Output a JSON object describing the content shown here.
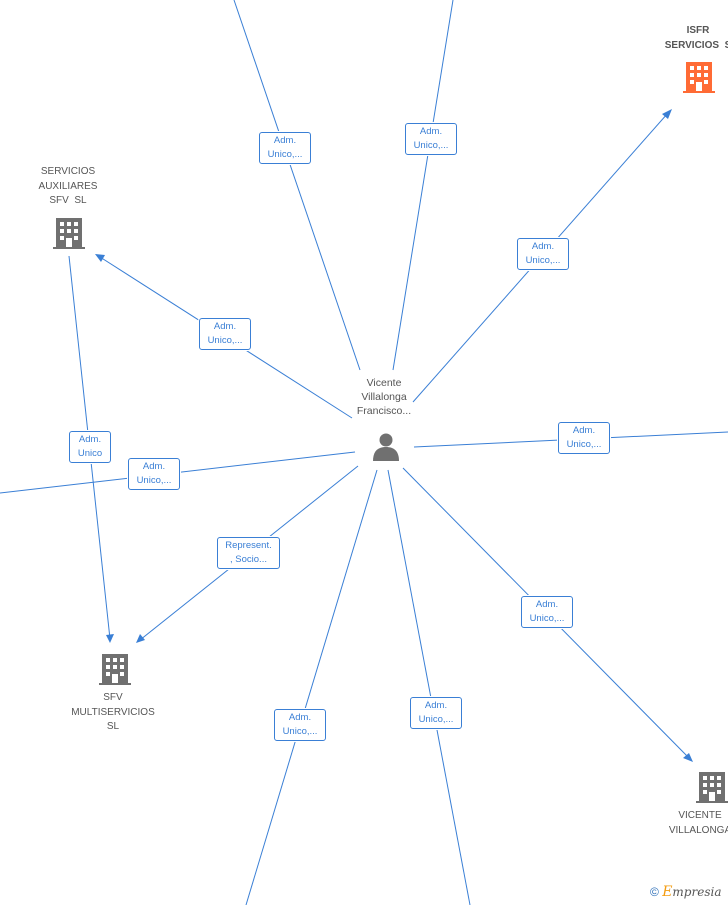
{
  "center": {
    "name": "Vicente\nVillalonga\nFrancisco..."
  },
  "companies": [
    {
      "id": "isfr",
      "label": "ISFR\nSERVICIOS  S",
      "highlight": true,
      "color": "#ff6b35"
    },
    {
      "id": "auxiliares",
      "label": "SERVICIOS\nAUXILIARES\nSFV  SL",
      "highlight": false,
      "color": "#707070"
    },
    {
      "id": "multiservicios",
      "label": "SFV\nMULTISERVICIOS\nSL",
      "highlight": false,
      "color": "#707070"
    },
    {
      "id": "vicente",
      "label": "VICENTE\nVILLALONGA",
      "highlight": false,
      "color": "#707070"
    }
  ],
  "edge_labels": {
    "top_left": "Adm.\nUnico,...",
    "top_mid": "Adm.\nUnico,...",
    "to_isfr": "Adm.\nUnico,...",
    "to_auxiliares": "Adm.\nUnico,...",
    "aux_to_multi": "Adm.\nUnico",
    "left": "Adm.\nUnico,...",
    "right": "Adm.\nUnico,...",
    "to_multi": "Represent.\n, Socio...",
    "to_vicente": "Adm.\nUnico,...",
    "bottom_left": "Adm.\nUnico,...",
    "bottom_mid": "Adm.\nUnico,..."
  },
  "footer": {
    "copyright": "©",
    "brand_initial": "E",
    "brand_rest": "mpresia"
  },
  "colors": {
    "edge": "#3a7fd5",
    "person": "#707070",
    "building": "#707070",
    "highlight": "#ff6b35"
  }
}
